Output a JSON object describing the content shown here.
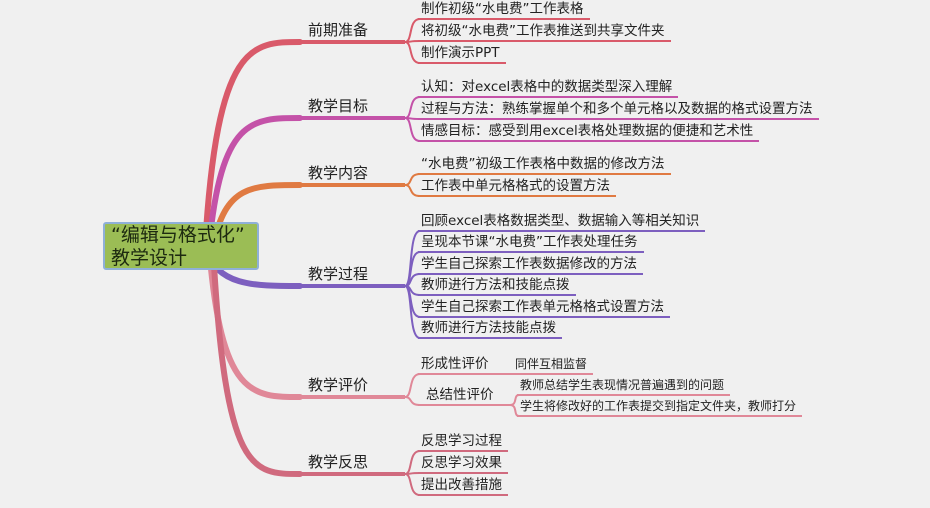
{
  "root": {
    "line1": "“编辑与格式化”",
    "line2": "教学设计"
  },
  "branches": [
    {
      "label": "前期准备",
      "color": "#d95a6a",
      "items": [
        "制作初级“水电费”工作表格",
        "将初级“水电费”工作表推送到共享文件夹",
        "制作演示PPT"
      ]
    },
    {
      "label": "教学目标",
      "color": "#c452a8",
      "items": [
        "认知：对excel表格中的数据类型深入理解",
        "过程与方法：熟练掌握单个和多个单元格以及数据的格式设置方法",
        "情感目标：感受到用excel表格处理数据的便捷和艺术性"
      ]
    },
    {
      "label": "教学内容",
      "color": "#e07a42",
      "items": [
        "“水电费”初级工作表格中数据的修改方法",
        "工作表中单元格格式的设置方法"
      ]
    },
    {
      "label": "教学过程",
      "color": "#7d5fbf",
      "items": [
        "回顾excel表格数据类型、数据输入等相关知识",
        "呈现本节课“水电费”工作表处理任务",
        "学生自己探索工作表数据修改的方法",
        "教师进行方法和技能点拨",
        "学生自己探索工作表单元格格式设置方法",
        "教师进行方法技能点拨"
      ]
    },
    {
      "label": "教学评价",
      "color": "#e08898",
      "items": [
        "形成性评价",
        "总结性评价"
      ],
      "sub": [
        [
          "同伴互相监督"
        ],
        [
          "教师总结学生表现情况普遍遇到的问题",
          "学生将修改好的工作表提交到指定文件夹，教师打分"
        ]
      ]
    },
    {
      "label": "教学反思",
      "color": "#d06a7e",
      "items": [
        "反思学习过程",
        "反思学习效果",
        "提出改善措施"
      ]
    }
  ]
}
